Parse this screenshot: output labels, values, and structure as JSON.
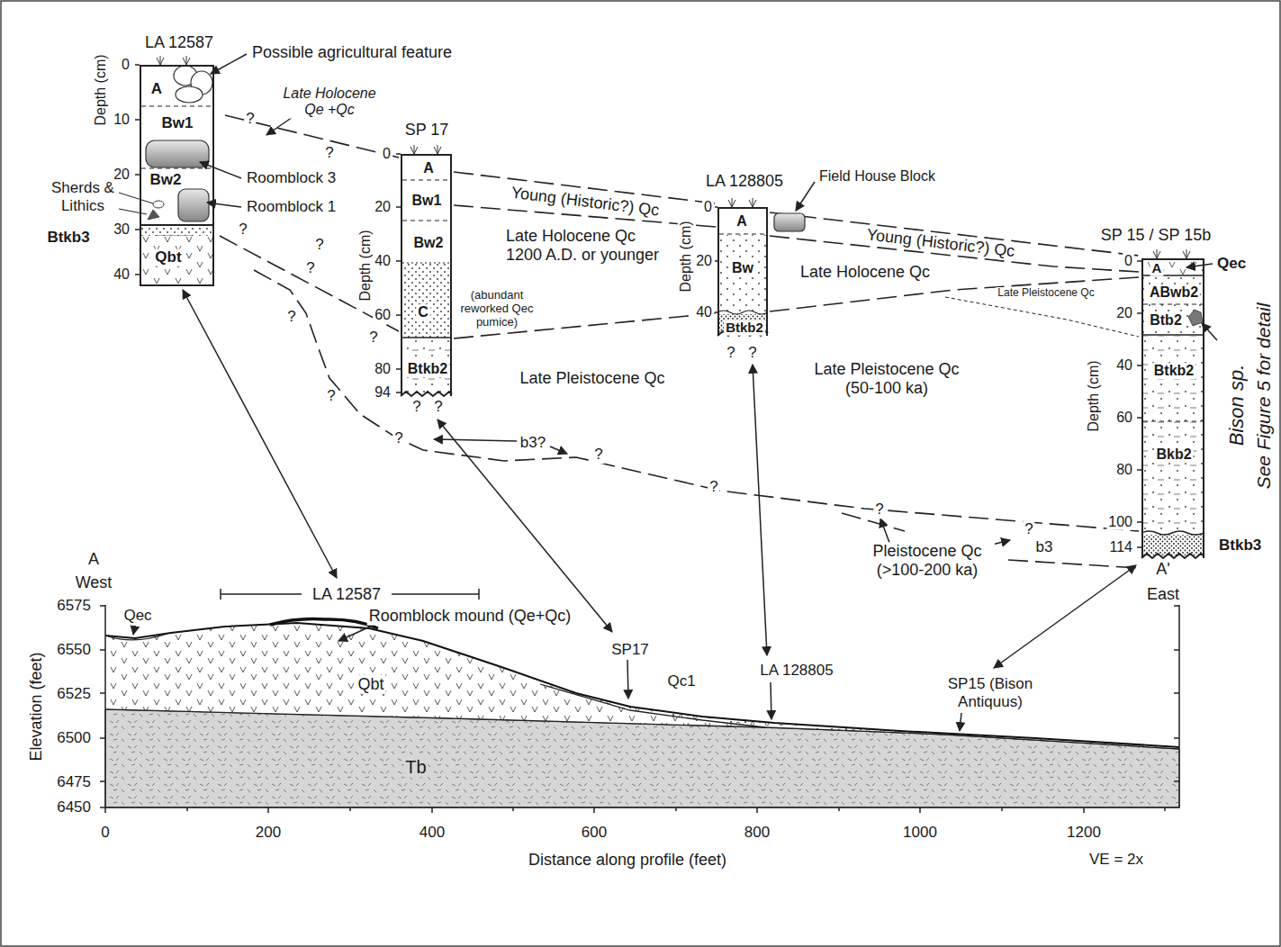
{
  "diagram": {
    "nodes": [
      {
        "text": [
          "LA 12587",
          "A",
          "Bw1",
          "Bw2",
          "Qbt"
        ]
      },
      {
        "text": [
          "SP 17",
          "A",
          "Bw1",
          "Bw2",
          "C",
          "Btkb2"
        ]
      },
      {
        "text": [
          "LA 128805",
          "A",
          "Bw",
          "Btkb2"
        ]
      },
      {
        "text": [
          "SP 15 / SP 15b",
          "A",
          "ABwb2",
          "Btb2",
          "Btkb2",
          "Bkb2"
        ]
      }
    ],
    "labels": [
      "Depth (cm)",
      "0",
      "10",
      "20",
      "30",
      "40",
      "Possible agricultural feature",
      "Late Holocene Qe +Qc",
      "Roomblock 3",
      "Roomblock 1",
      "Sherds & Lithics",
      "Btkb3",
      "Depth (cm)",
      "0",
      "20",
      "40",
      "60",
      "80",
      "94",
      "(abundant reworked Qec pumice)",
      "Late Holocene Qc 1200 A.D. or younger",
      "Young (Historic?) Qc",
      "Late Pleistocene Qc",
      "Field House Block",
      "Depth (cm)",
      "0",
      "20",
      "40",
      "Young (Historic?) Qc",
      "Late Holocene Qc",
      "Late Pleistocene Qc (50-100 ka)",
      "Late Pleistocene Qc",
      "Qec",
      "Depth (cm)",
      "0",
      "20",
      "40",
      "60",
      "80",
      "100",
      "114",
      "Btkb3",
      "Bison sp.",
      "See Figure 5 for detail",
      "b3?",
      "b3",
      "Pleistocene Qc (>100-200 ka)",
      "?",
      "?",
      "?",
      "?",
      "?",
      "?",
      "?",
      "?",
      "?",
      "?",
      "?",
      "?",
      "?",
      "?",
      "?",
      "?",
      "?",
      "A",
      "West",
      "6575",
      "6550",
      "6525",
      "6500",
      "6475",
      "6450",
      "Elevation (feet)",
      "0",
      "200",
      "400",
      "600",
      "800",
      "1000",
      "1200",
      "Distance along profile (feet)",
      "VE = 2x",
      "A'",
      "East",
      "LA 12587",
      "Qec",
      "Roomblock mound (Qe+Qc)",
      "Qbt",
      "SP17",
      "Qc1",
      "LA 128805",
      "SP15 (Bison Antiquus)",
      "Tb"
    ]
  }
}
